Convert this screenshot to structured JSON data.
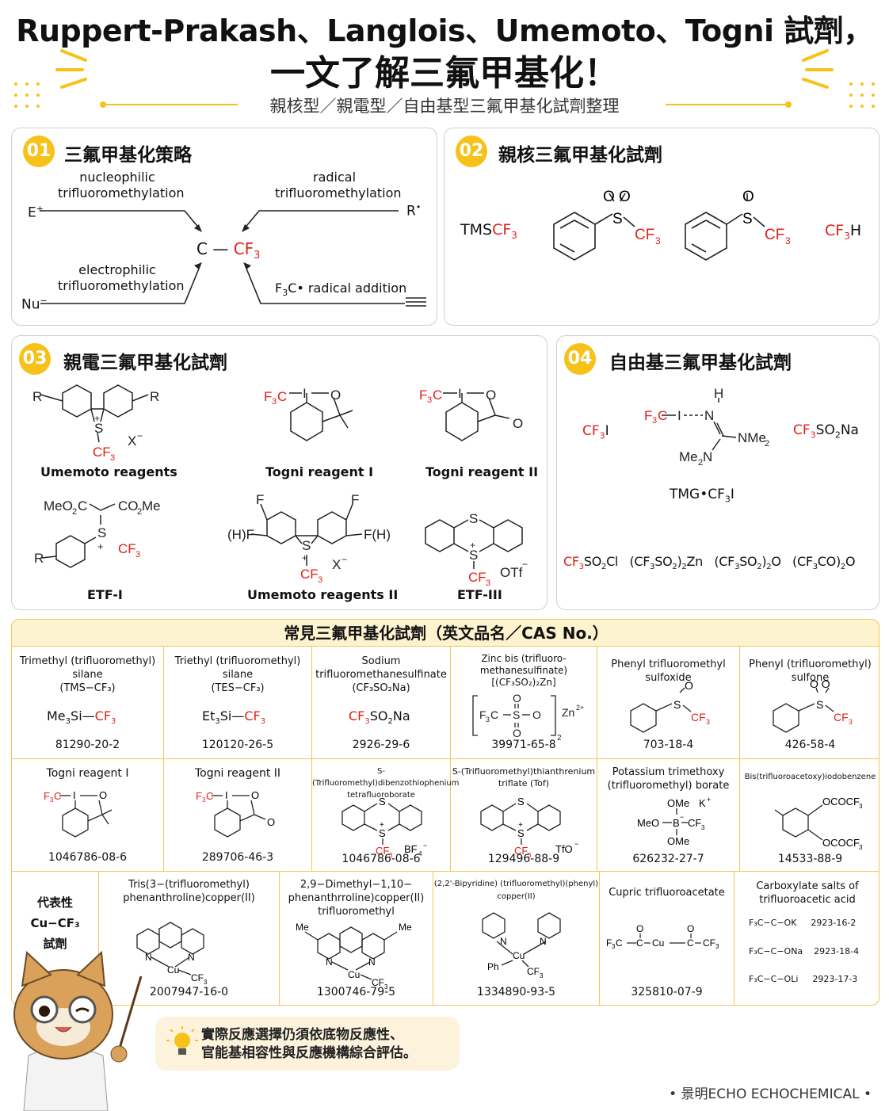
{
  "header": {
    "title_line1": "Ruppert-Prakash、Langlois、Umemoto、Togni 試劑，",
    "title_line2": "一文了解三氟甲基化！",
    "subtitle": "親核型／親電型／自由基型三氟甲基化試劑整理"
  },
  "panel01": {
    "badge": "01",
    "title": "三氟甲基化策略",
    "nucleophilic": "nucleophilic\ntrifluoromethylation",
    "radical": "radical\ntrifluoromethylation",
    "electrophilic": "electrophilic\ntrifluoromethylation",
    "radical_addition": "radical addition",
    "e_plus": "E",
    "nu_minus": "Nu",
    "r_dot": "R",
    "center_c": "C",
    "cf3": "CF"
  },
  "panel02": {
    "badge": "02",
    "title": "親核三氟甲基化試劑",
    "tms": "TMS",
    "cf3h": "CF"
  },
  "panel03": {
    "badge": "03",
    "title": "親電三氟甲基化試劑",
    "umemoto": "Umemoto reagents",
    "togni1": "Togni reagent I",
    "togni2": "Togni reagent II",
    "etf1": "ETF-I",
    "umemoto2": "Umemoto reagents II",
    "etf3": "ETF-III"
  },
  "panel04": {
    "badge": "04",
    "title": "自由基三氟甲基化試劑",
    "cf3i": "CF",
    "tmg": "TMG•CF",
    "cf3so2na": "CF",
    "bottom": [
      "CF",
      "(CF",
      "(CF",
      "(CF"
    ]
  },
  "table": {
    "heading": "常見三氟甲基化試劑（英文品名／CAS No.）",
    "row1": [
      {
        "name": "Trimethyl (trifluoromethyl)\nsilane\n(TMS−CF₃)",
        "cas": "81290-20-2"
      },
      {
        "name": "Triethyl (trifluoromethyl)\nsilane\n(TES−CF₃)",
        "cas": "120120-26-5"
      },
      {
        "name": "Sodium\ntrifluoromethanesulfinate\n(CF₃SO₂Na)",
        "cas": "2926-29-6"
      },
      {
        "name": "Zinc bis (trifluoro-\nmethanesulfinate)\n[(CF₃SO₂)₂Zn]",
        "cas": "39971-65-8"
      },
      {
        "name": "Phenyl trifluoromethyl\nsulfoxide",
        "cas": "703-18-4"
      },
      {
        "name": "Phenyl (trifluoromethyl)\nsulfone",
        "cas": "426-58-4"
      }
    ],
    "row2": [
      {
        "name": "Togni reagent I",
        "cas": "1046786-08-6"
      },
      {
        "name": "Togni reagent II",
        "cas": "289706-46-3"
      },
      {
        "name": "S-(Trifluoromethyl)dibenzothiophenium\ntetrafluoroborate",
        "cas": "1046786-08-6"
      },
      {
        "name": "S-(Trifluoromethyl)thianthrenium\ntriflate (Tof)",
        "cas": "129496-88-9"
      },
      {
        "name": "Potassium trimethoxy\n(trifluoromethyl) borate",
        "cas": "626232-27-7"
      },
      {
        "name": "Bis(trifluoroacetoxy)iodobenzene",
        "cas": "14533-88-9"
      }
    ],
    "row3_label": "代表性\nCu−CF₃\n試劑",
    "row3": [
      {
        "name": "Tris(3−(trifluoromethyl)\nphenanthroline)copper(II)",
        "cas": "2007947-16-0"
      },
      {
        "name": "2,9−Dimethyl−1,10−\nphenanthrroline)copper(II)\ntrifluoromethyl",
        "cas": "1300746-79-5"
      },
      {
        "name": "(2,2'-Bipyridine) (trifluoromethyl)(phenyl)\ncopper(II)",
        "cas": "1334890-93-5"
      },
      {
        "name": "Cupric trifluoroacetate",
        "cas": "325810-07-9"
      },
      {
        "name": "Carboxylate salts of\ntrifluoroacetic acid",
        "cas": ""
      }
    ],
    "salts": [
      {
        "formula": "F₃C−C−OK",
        "cas": "2923-16-2"
      },
      {
        "formula": "F₃C−C−ONa",
        "cas": "2923-18-4"
      },
      {
        "formula": "F₃C−C−OLi",
        "cas": "2923-17-3"
      }
    ]
  },
  "tip": "實際反應選擇仍須依底物反應性、\n官能基相容性與反應機構綜合評估。",
  "footer": "• 景明ECHO ECHOCHEMICAL •",
  "colors": {
    "accent": "#f6c21a",
    "red": "#e0201a",
    "border_yellow": "#f0c75a"
  }
}
